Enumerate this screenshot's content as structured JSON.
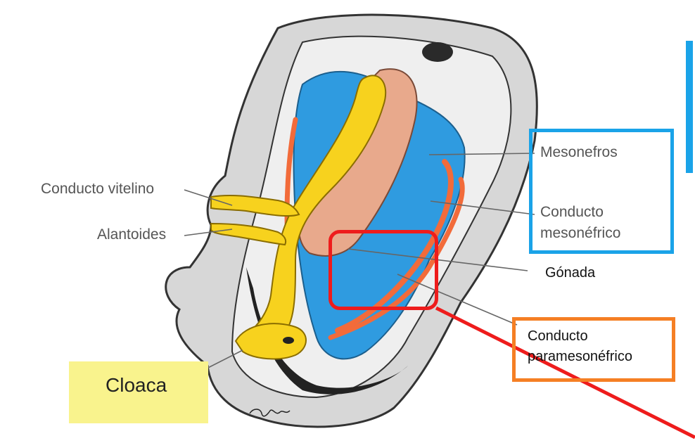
{
  "labels": {
    "conducto_vitelino": "Conducto vitelino",
    "alantoides": "Alantoides",
    "mesonefros": "Mesonefros",
    "conducto_mesonefrico_1": "Conducto",
    "conducto_mesonefrico_2": "mesonéfrico",
    "gonada": "Gónada",
    "conducto_paramesonefrico_1": "Conducto",
    "conducto_paramesonefrico_2": "paramesonéfrico",
    "cloaca": "Cloaca"
  },
  "colors": {
    "mesonefros_blue": "#2f9be0",
    "yolk_yellow": "#f7d21e",
    "gonad_tan": "#d9977a",
    "duct_orange": "#f26b3a",
    "highlight_blue": "#1aa3e8",
    "highlight_orange": "#f57f24",
    "highlight_red": "#ee1c1c",
    "cloaca_bg": "#f9f38d"
  }
}
